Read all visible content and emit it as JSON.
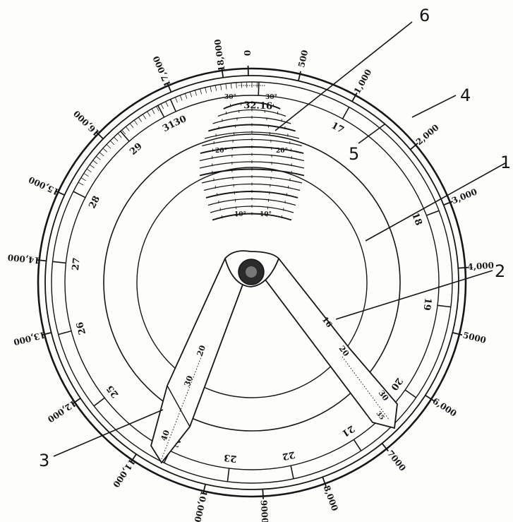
{
  "outer_scale": [
    {
      "label": "18,000",
      "angle": -8
    },
    {
      "label": "0",
      "angle": -1
    },
    {
      "label": "500",
      "angle": 13
    },
    {
      "label": "1,000",
      "angle": 29
    },
    {
      "label": "2,000",
      "angle": 50
    },
    {
      "label": "3,000",
      "angle": 68
    },
    {
      "label": "4,000",
      "angle": 86
    },
    {
      "label": "5000",
      "angle": 104
    },
    {
      "label": "6,000",
      "angle": 123
    },
    {
      "label": "7000",
      "angle": 141
    },
    {
      "label": "8,000",
      "angle": 160
    },
    {
      "label": "9000",
      "angle": 177
    },
    {
      "label": "10,000",
      "angle": 193
    },
    {
      "label": "11,000",
      "angle": 214
    },
    {
      "label": "12,000",
      "angle": 236
    },
    {
      "label": "13,000",
      "angle": 256
    },
    {
      "label": "14,000",
      "angle": 276
    },
    {
      "label": "15,000",
      "angle": 295
    },
    {
      "label": "16,000",
      "angle": 314
    },
    {
      "label": "17,000",
      "angle": 337
    }
  ],
  "middle_scale": [
    {
      "label": "31",
      "angle": -28
    },
    {
      "label": "32.16",
      "angle": 2
    },
    {
      "label": "17",
      "angle": 29
    },
    {
      "label": "18",
      "angle": 69
    },
    {
      "label": "19",
      "angle": 97
    },
    {
      "label": "20",
      "angle": 125
    },
    {
      "label": "21",
      "angle": 147
    },
    {
      "label": "22",
      "angle": 168
    },
    {
      "label": "23",
      "angle": 187
    },
    {
      "label": "24",
      "angle": 206
    },
    {
      "label": "25",
      "angle": 232
    },
    {
      "label": "26",
      "angle": 255
    },
    {
      "label": "27",
      "angle": 276
    },
    {
      "label": "28",
      "angle": 297
    },
    {
      "label": "29",
      "angle": 319
    },
    {
      "label": "30",
      "angle": 336
    }
  ],
  "left_arm_labels": [
    "20",
    "30",
    "40"
  ],
  "right_arm_labels": [
    "16",
    "20",
    "30",
    "35"
  ],
  "ladder_labels": [
    "30°",
    "30°",
    "20°",
    "20°",
    "10°",
    "10°"
  ],
  "callouts": [
    "1",
    "2",
    "3",
    "4",
    "5",
    "6"
  ]
}
